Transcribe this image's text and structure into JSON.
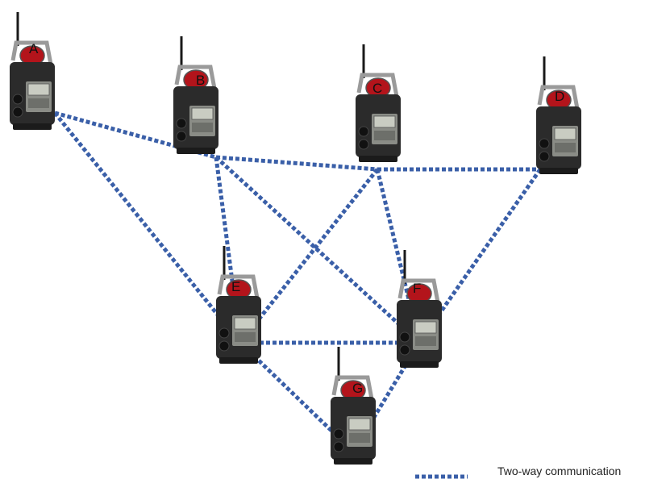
{
  "colors": {
    "link": "#3a5fa8",
    "device_body": "#2b2b2b",
    "device_frame": "#9a9a9a",
    "beacon": "#b3141b",
    "display": "#c9ccc2"
  },
  "nodes": [
    {
      "id": "A",
      "label": "A"
    },
    {
      "id": "B",
      "label": "B"
    },
    {
      "id": "C",
      "label": "C"
    },
    {
      "id": "D",
      "label": "D"
    },
    {
      "id": "E",
      "label": "E"
    },
    {
      "id": "F",
      "label": "F"
    },
    {
      "id": "G",
      "label": "G"
    }
  ],
  "links": [
    [
      "A",
      "B"
    ],
    [
      "A",
      "E"
    ],
    [
      "B",
      "C"
    ],
    [
      "B",
      "E"
    ],
    [
      "B",
      "F"
    ],
    [
      "C",
      "D"
    ],
    [
      "C",
      "E"
    ],
    [
      "C",
      "F"
    ],
    [
      "D",
      "F"
    ],
    [
      "E",
      "F"
    ],
    [
      "E",
      "G"
    ],
    [
      "F",
      "G"
    ]
  ],
  "legend": {
    "label": "Two-way communication",
    "icon": "dashed-line-icon"
  }
}
